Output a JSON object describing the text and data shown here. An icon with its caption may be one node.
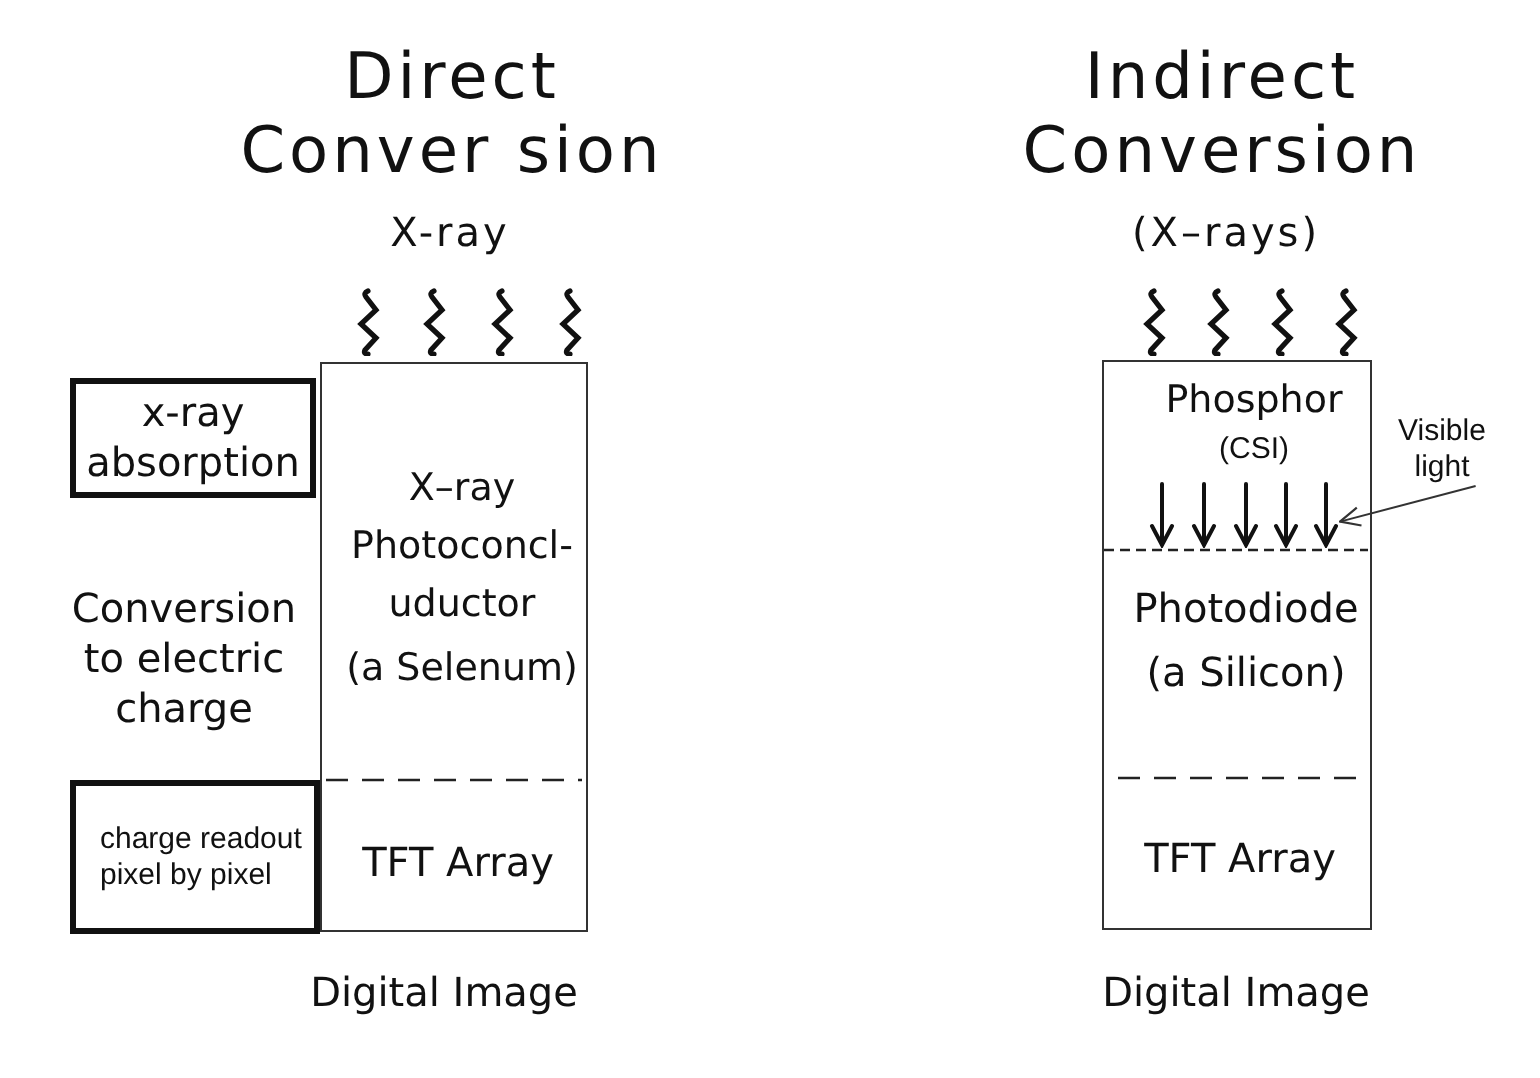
{
  "diagram": {
    "nodes": [
      {
        "text": [
          "x-ray absorption"
        ]
      },
      {
        "text": [
          "X–ray Photoconcl- uductor",
          "(a Selenum)",
          "TFT Array"
        ]
      },
      {
        "text": [
          "charge readout pixel by pixel"
        ]
      },
      {
        "text": [
          "Phosphor",
          "(CSI)",
          "Photodiode (a Silicon)",
          "TFT Array"
        ]
      },
      {
        "text": [],
        "shape": "arrows",
        "in": 3
      },
      {
        "text": [
          "Visible light"
        ]
      }
    ],
    "edges": [
      {
        "from": 5,
        "to": 4,
        "arrow": "to"
      }
    ],
    "labels": [
      "Direct Conver sion",
      "X-ray",
      "Conversion to electric charge",
      "Digital Image",
      "Indirect Conversion",
      "(X–rays)",
      "Digital Image"
    ]
  }
}
